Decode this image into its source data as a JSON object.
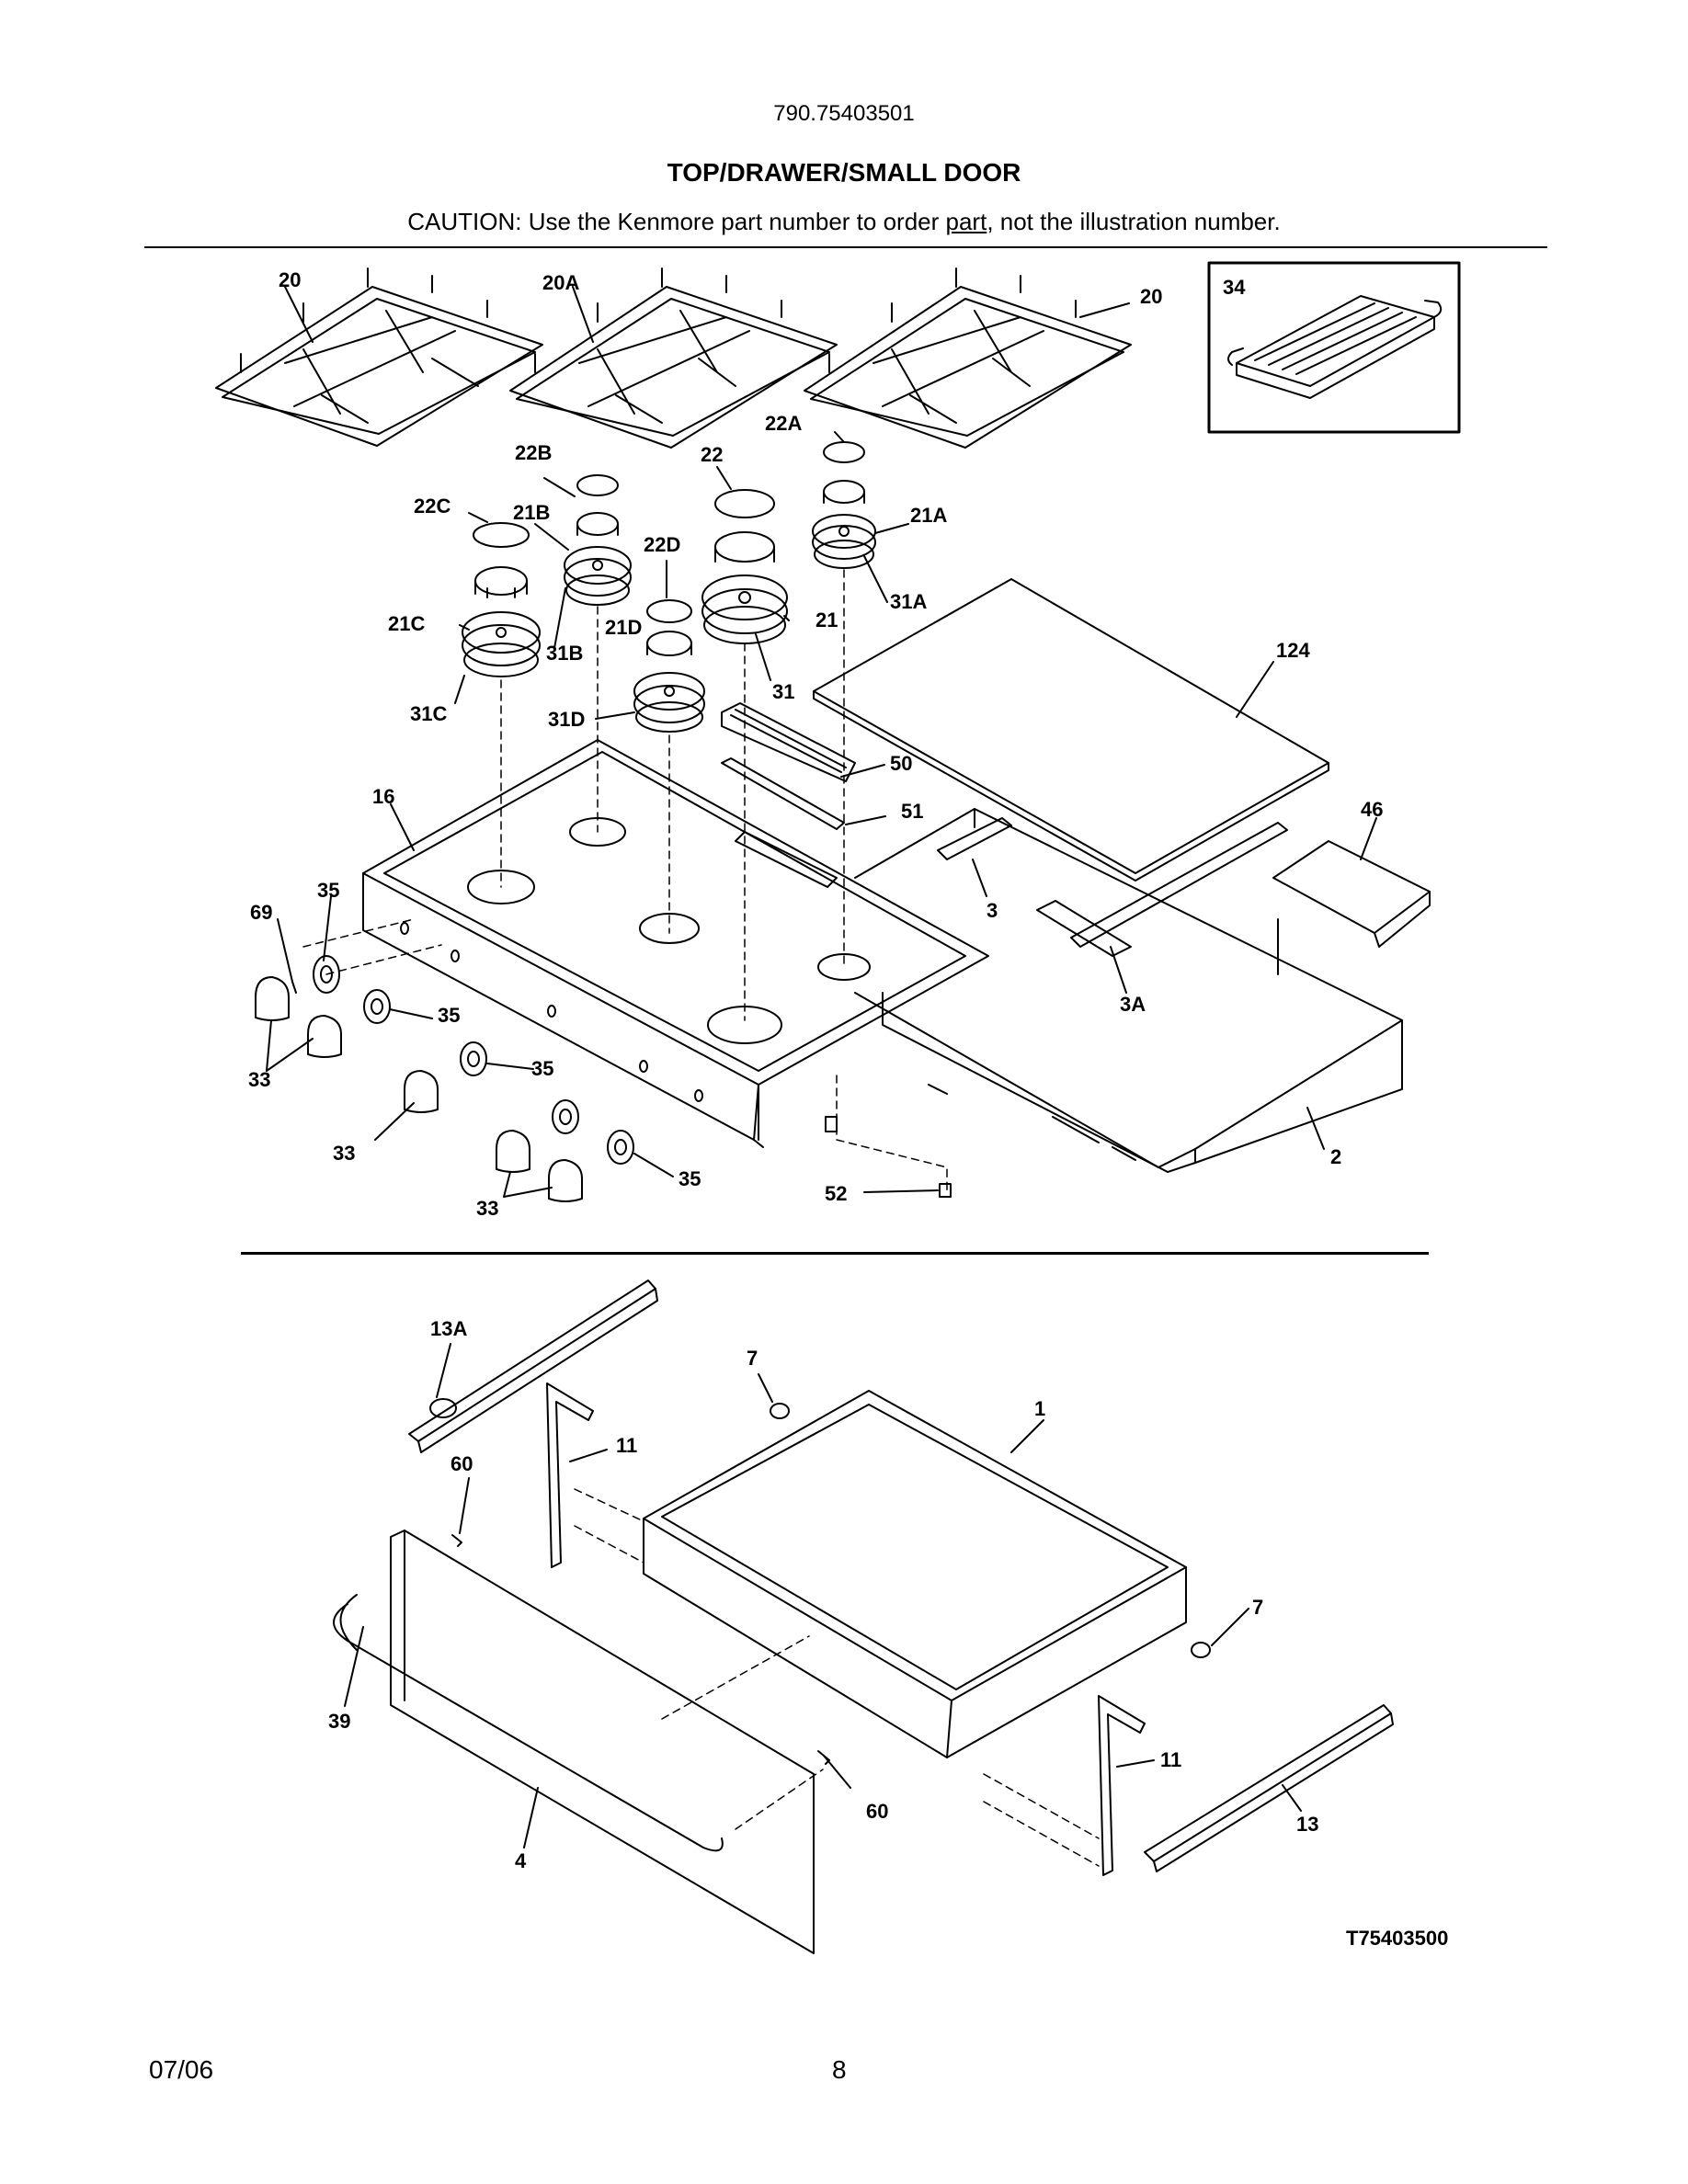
{
  "header": {
    "model": "790.75403501",
    "title": "TOP/DRAWER/SMALL DOOR",
    "caution_pre": "CAUTION: Use the Kenmore part number to order ",
    "caution_link": "part",
    "caution_post": ", not the illustration number."
  },
  "callouts": {
    "c20a": "20",
    "c20Aa": "20A",
    "c20b": "20",
    "c34": "34",
    "c22A": "22A",
    "c22B": "22B",
    "c22": "22",
    "c22C": "22C",
    "c21B": "21B",
    "c22D": "22D",
    "c21A": "21A",
    "c31A": "31A",
    "c21C": "21C",
    "c21": "21",
    "c31B": "31B",
    "c21D": "21D",
    "c31": "31",
    "c124": "124",
    "c31C": "31C",
    "c31D": "31D",
    "c50": "50",
    "c16": "16",
    "c51": "51",
    "c46": "46",
    "c35a": "35",
    "c69": "69",
    "c3": "3",
    "c35b": "35",
    "c3A": "3A",
    "c33a": "33",
    "c35c": "35",
    "c33b": "33",
    "c35d": "35",
    "c2": "2",
    "c33c": "33",
    "c52": "52",
    "c13A": "13A",
    "c7a": "7",
    "c1": "1",
    "c11a": "11",
    "c60a": "60",
    "c7b": "7",
    "c39": "39",
    "c11b": "11",
    "c60b": "60",
    "c13": "13",
    "c4": "4"
  },
  "drawing_id": "T75403500",
  "footer": {
    "date": "07/06",
    "page": "8"
  }
}
